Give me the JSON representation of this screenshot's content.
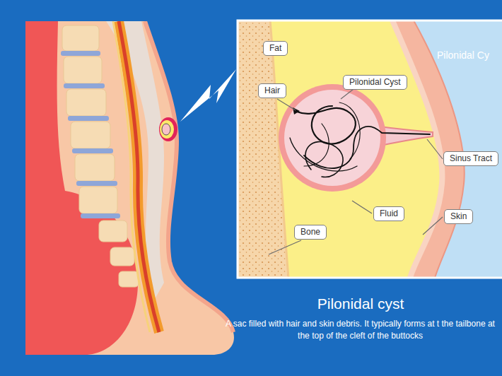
{
  "diagram": {
    "title": "Pilonidal cyst",
    "caption": "A sac filled with hair and skin debris. It typically forms at t the tailbone at the top of the cleft of the buttocks",
    "nodes": [
      {
        "text": [
          "Fat"
        ]
      },
      {
        "text": [
          "Hair"
        ]
      },
      {
        "text": [
          "Pilonidal Cyst"
        ]
      },
      {
        "text": [
          "Sinus Tract"
        ]
      },
      {
        "text": [
          "Fluid"
        ]
      },
      {
        "text": [
          "Bone"
        ]
      },
      {
        "text": [
          "Skin"
        ]
      }
    ],
    "labels": [
      "Pilonidal Cy"
    ]
  }
}
